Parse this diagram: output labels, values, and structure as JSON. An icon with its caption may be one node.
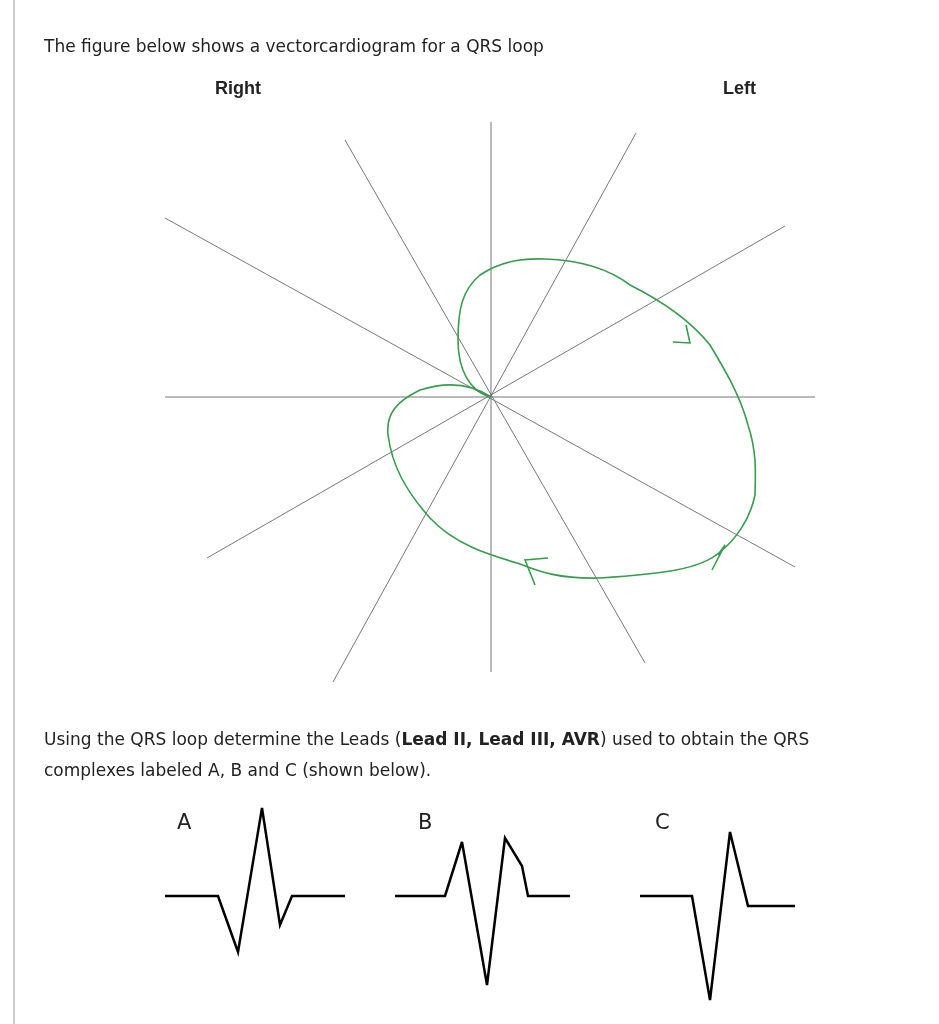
{
  "diagram": {
    "title": "The figure below shows a vectorcardiogram for a QRS loop",
    "labels": [
      "Right",
      "Left",
      "Using the QRS loop determine the Leads (**Lead II, Lead III, AVR**) used to obtain the QRS complexes labeled A, B and C (shown below).",
      "A",
      "B",
      "C"
    ]
  }
}
